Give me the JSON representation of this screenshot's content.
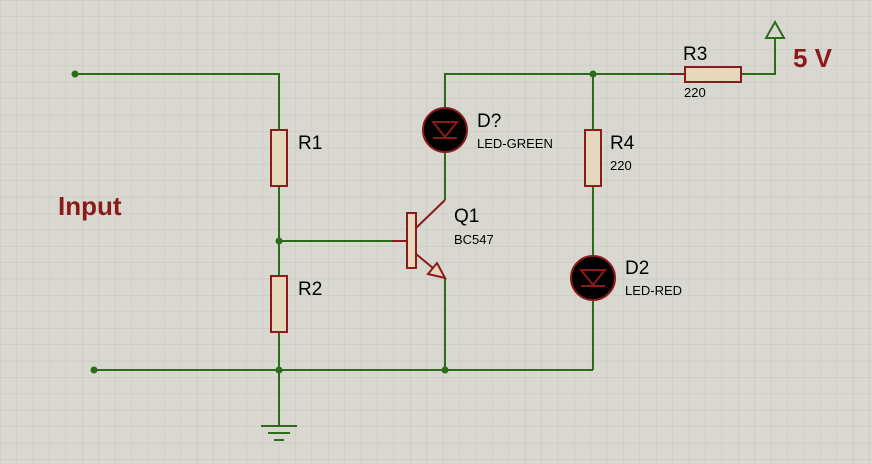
{
  "colors": {
    "background": "#d8d8d0",
    "grid_minor": "#c6c6be",
    "grid_major": "#b8b8b0",
    "wire": "#2b6b1a",
    "component": "#8b1a1a",
    "component_fill": "#e6d8bc",
    "led_fill": "#000000",
    "label_accent": "#8b1a1a",
    "text": "#000000"
  },
  "labels": {
    "input": "Input",
    "supply": "5 V"
  },
  "components": {
    "r1": {
      "ref": "R1"
    },
    "r2": {
      "ref": "R2"
    },
    "r3": {
      "ref": "R3",
      "value": "220"
    },
    "r4": {
      "ref": "R4",
      "value": "220"
    },
    "d_green": {
      "ref": "D?",
      "value": "LED-GREEN"
    },
    "d_red": {
      "ref": "D2",
      "value": "LED-RED"
    },
    "q1": {
      "ref": "Q1",
      "value": "BC547"
    }
  }
}
